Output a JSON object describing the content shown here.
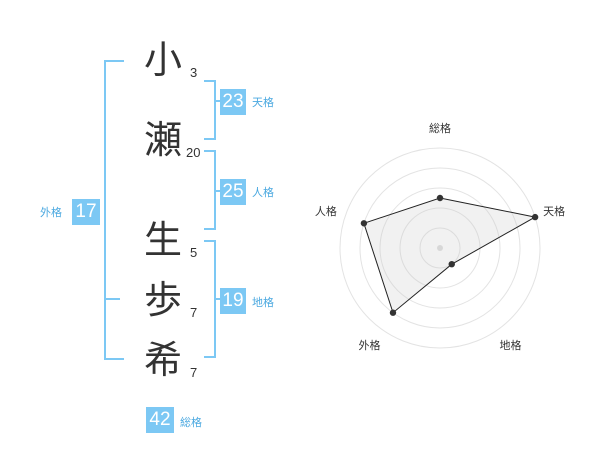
{
  "name": {
    "kanji": [
      {
        "char": "小",
        "strokes": "3"
      },
      {
        "char": "瀬",
        "strokes": "20"
      },
      {
        "char": "生",
        "strokes": "5"
      },
      {
        "char": "歩",
        "strokes": "7"
      },
      {
        "char": "希",
        "strokes": "7"
      }
    ]
  },
  "fortune": {
    "tenkaku": {
      "value": "23",
      "label": "天格"
    },
    "jinkaku": {
      "value": "25",
      "label": "人格"
    },
    "chikaku": {
      "value": "19",
      "label": "地格"
    },
    "gaikaku": {
      "value": "17",
      "label": "外格"
    },
    "soukaku": {
      "value": "42",
      "label": "総格"
    }
  },
  "colors": {
    "accent": "#7cc8f4",
    "accent_text": "#4aa8e0",
    "text": "#333333"
  },
  "chart_data": {
    "type": "radar",
    "axes": [
      "総格",
      "天格",
      "地格",
      "外格",
      "人格"
    ],
    "values": [
      0.5,
      1.0,
      0.2,
      0.8,
      0.8
    ],
    "rings": 5,
    "grid": true
  }
}
